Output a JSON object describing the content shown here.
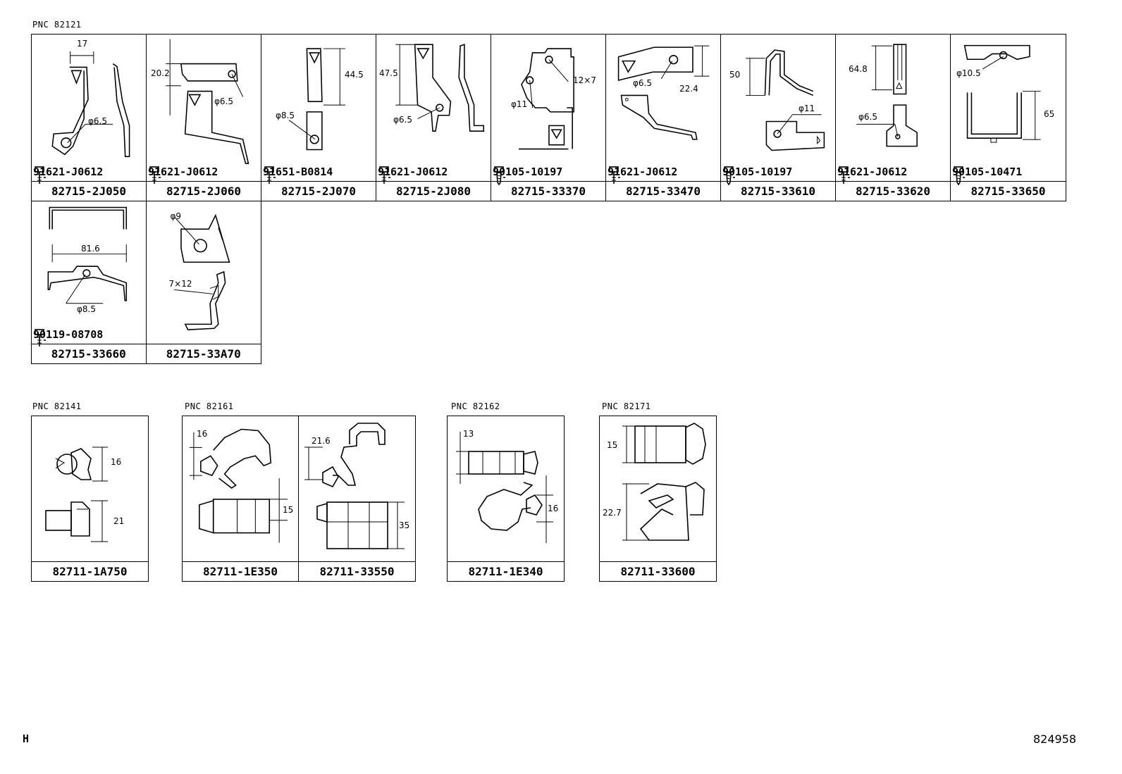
{
  "groups": {
    "g82121": {
      "pnc_label": "PNC 82121",
      "cells": [
        {
          "part": "82715-2J050",
          "bolt": "91621-J0612",
          "dims": [
            "17",
            "φ6.5"
          ]
        },
        {
          "part": "82715-2J060",
          "bolt": "91621-J0612",
          "dims": [
            "20.2",
            "φ6.5"
          ]
        },
        {
          "part": "82715-2J070",
          "bolt": "91651-B0814",
          "dims": [
            "44.5",
            "φ8.5"
          ]
        },
        {
          "part": "82715-2J080",
          "bolt": "91621-J0612",
          "dims": [
            "47.5",
            "φ6.5"
          ]
        },
        {
          "part": "82715-33370",
          "bolt": "90105-10197",
          "dims": [
            "12×7",
            "φ11"
          ]
        },
        {
          "part": "82715-33470",
          "bolt": "91621-J0612",
          "dims": [
            "φ6.5",
            "22.4"
          ]
        },
        {
          "part": "82715-33610",
          "bolt": "90105-10197",
          "dims": [
            "50",
            "φ11"
          ]
        },
        {
          "part": "82715-33620",
          "bolt": "91621-J0612",
          "dims": [
            "64.8",
            "φ6.5"
          ]
        },
        {
          "part": "82715-33650",
          "bolt": "90105-10471",
          "dims": [
            "φ10.5",
            "65"
          ]
        },
        {
          "part": "82715-33660",
          "bolt": "90119-08708",
          "dims": [
            "81.6",
            "φ8.5"
          ]
        },
        {
          "part": "82715-33A70",
          "bolt": "",
          "dims": [
            "φ9",
            "7×12"
          ]
        }
      ]
    },
    "g82141": {
      "pnc_label": "PNC 82141",
      "cells": [
        {
          "part": "82711-1A750",
          "dims": [
            "16",
            "21"
          ]
        }
      ]
    },
    "g82161": {
      "pnc_label": "PNC 82161",
      "cells": [
        {
          "part": "82711-1E350",
          "dims": [
            "16",
            "15"
          ]
        },
        {
          "part": "82711-33550",
          "dims": [
            "21.6",
            "35"
          ]
        }
      ]
    },
    "g82162": {
      "pnc_label": "PNC 82162",
      "cells": [
        {
          "part": "82711-1E340",
          "dims": [
            "13",
            "16"
          ]
        }
      ]
    },
    "g82171": {
      "pnc_label": "PNC 82171",
      "cells": [
        {
          "part": "82711-33600",
          "dims": [
            "15",
            "22.7"
          ]
        }
      ]
    }
  },
  "corner_left": "H",
  "corner_right": "824958"
}
